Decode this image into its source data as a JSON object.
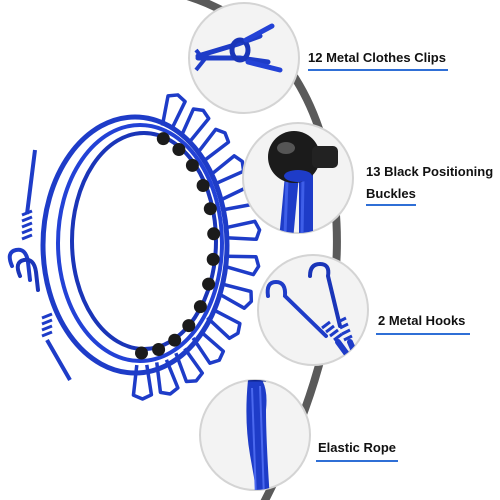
{
  "colors": {
    "rope": "#1e3cc8",
    "rope_dark": "#0f238c",
    "buckle": "#1b1b1b",
    "arc": "#5a5a5a",
    "accent_line": "#2f6fd6",
    "circle_fill": "#f3f3f3",
    "circle_stroke": "#d4d4d4"
  },
  "features": [
    {
      "lines": [
        "12 Metal Clothes Clips"
      ],
      "icon": "clip-icon"
    },
    {
      "lines": [
        "13 Black Positioning",
        "Buckles"
      ],
      "icon": "buckle-icon"
    },
    {
      "lines": [
        "2 Metal Hooks"
      ],
      "icon": "hook-icon"
    },
    {
      "lines": [
        "Elastic Rope"
      ],
      "icon": "elastic-rope-icon"
    }
  ]
}
